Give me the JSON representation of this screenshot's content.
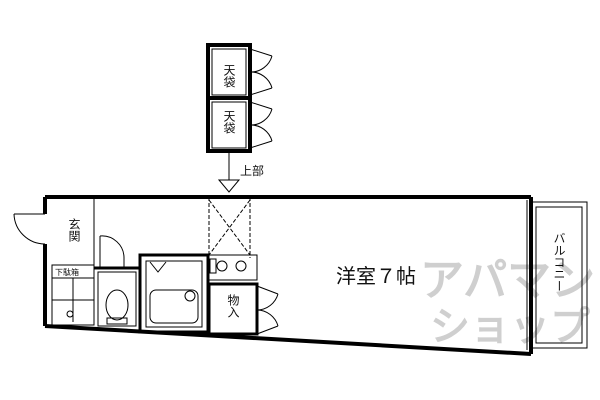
{
  "labels": {
    "tenbukuro_top": "天袋",
    "tenbukuro_bottom": "天袋",
    "jobu": "上部",
    "genkan": "玄関",
    "getabako": "下駄箱",
    "monoire": "物入",
    "youshitsu": "洋室７帖",
    "balcony": "バルコニー"
  },
  "watermark": {
    "line1": "アパマン",
    "line2": "ショップ"
  }
}
